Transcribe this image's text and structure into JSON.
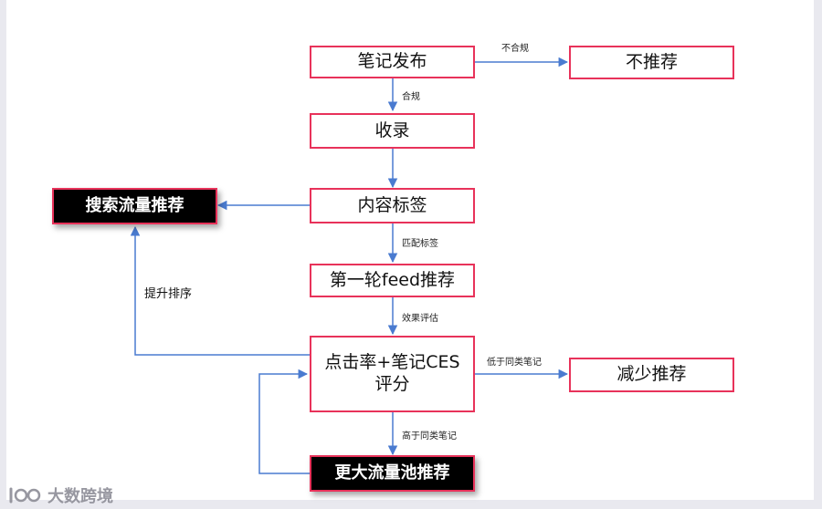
{
  "nodes": {
    "publish": "笔记发布",
    "not_recommend": "不推荐",
    "index": "收录",
    "content_tag": "内容标签",
    "search_traffic": "搜索流量推荐",
    "first_feed": "第一轮feed推荐",
    "ctr_ces_line1": "点击率+笔记CES",
    "ctr_ces_line2": "评分",
    "reduce": "减少推荐",
    "bigger_pool": "更大流量池推荐"
  },
  "edges": {
    "noncompliant": "不合规",
    "compliant": "合规",
    "match_tag": "匹配标签",
    "eval": "效果评估",
    "lower": "低于同类笔记",
    "higher": "高于同类笔记",
    "rank_boost": "提升排序"
  },
  "watermark": "大数跨境",
  "colors": {
    "border": "#e8325a",
    "arrow": "#4a7bd0"
  }
}
